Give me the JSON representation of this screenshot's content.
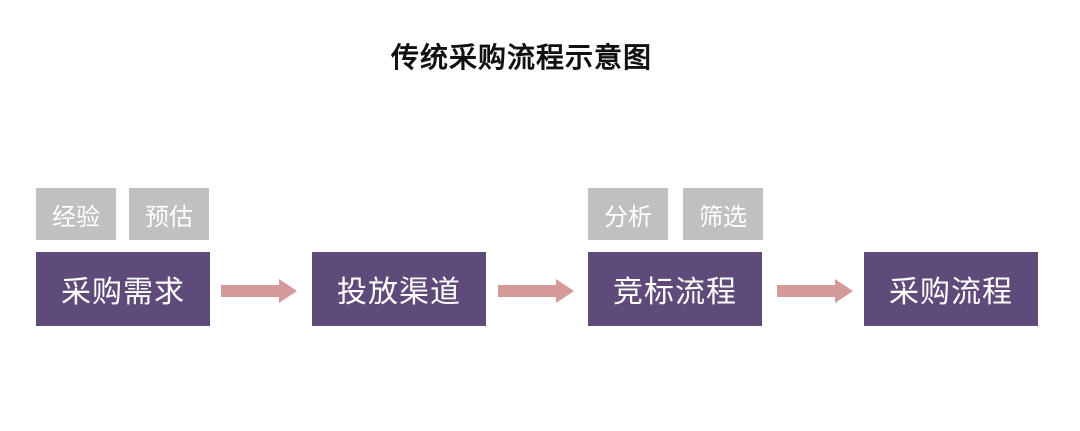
{
  "title": "传统采购流程示意图",
  "tags": {
    "left": [
      "经验",
      "预估"
    ],
    "right": [
      "分析",
      "筛选"
    ]
  },
  "steps": [
    "采购需求",
    "投放渠道",
    "竞标流程",
    "采购流程"
  ],
  "colors": {
    "step_fill": "#5f4b7a",
    "tag_fill": "#c0c0c0",
    "arrow_fill": "#d49a9a"
  }
}
